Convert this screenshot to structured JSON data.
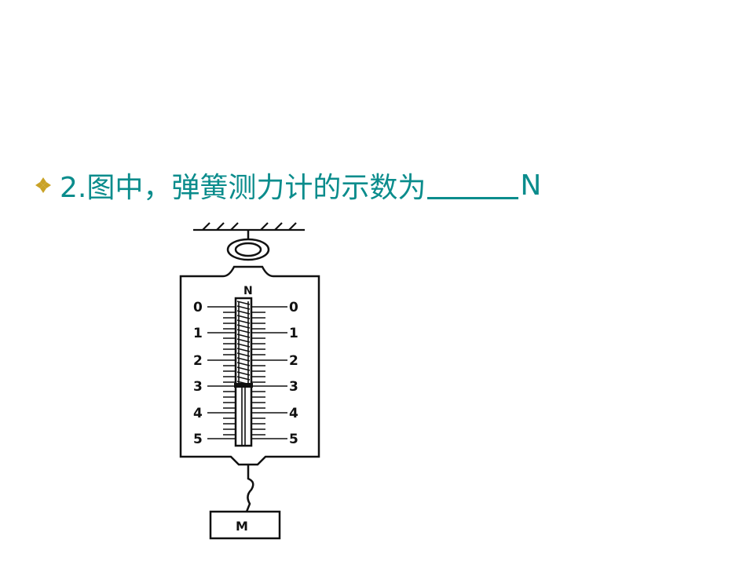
{
  "question": {
    "prefix": "2.图中，弹簧测力计的示数为",
    "unit": "N",
    "bullet_icon": "diamond-bullet-icon",
    "text_color": "#0a8c8c"
  },
  "gauge": {
    "unit_label": "N",
    "scale_labels": [
      "0",
      "1",
      "2",
      "3",
      "4",
      "5"
    ],
    "weight_label": "M"
  }
}
